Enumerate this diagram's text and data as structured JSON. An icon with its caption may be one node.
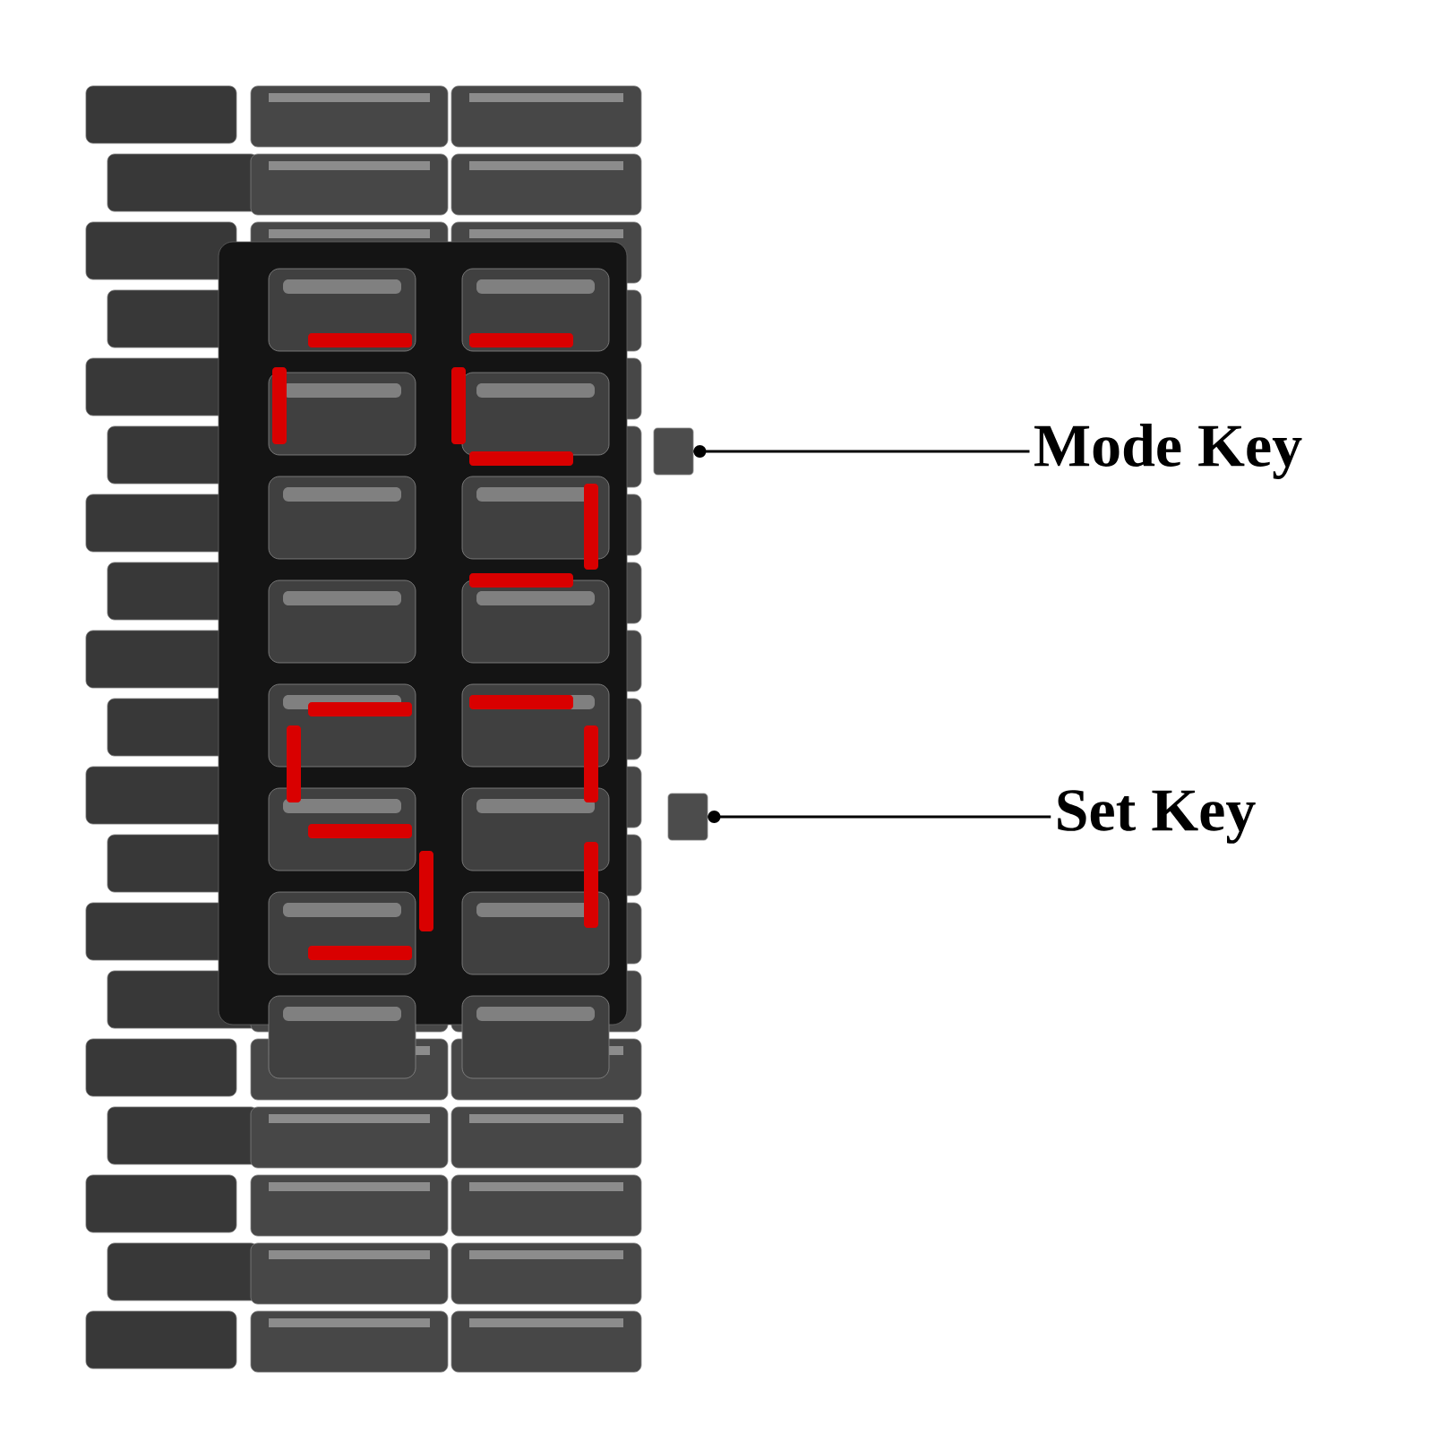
{
  "diagram": {
    "nodes": [
      {
        "text": [
          "Mode Key"
        ]
      },
      {
        "text": [
          "Set Key"
        ]
      },
      {
        "text": [],
        "shape": "button"
      },
      {
        "text": [],
        "shape": "button"
      }
    ],
    "edges": [
      {
        "from": 0,
        "to": 2,
        "arrow": "other"
      },
      {
        "from": 1,
        "to": 3,
        "arrow": "other"
      }
    ]
  }
}
